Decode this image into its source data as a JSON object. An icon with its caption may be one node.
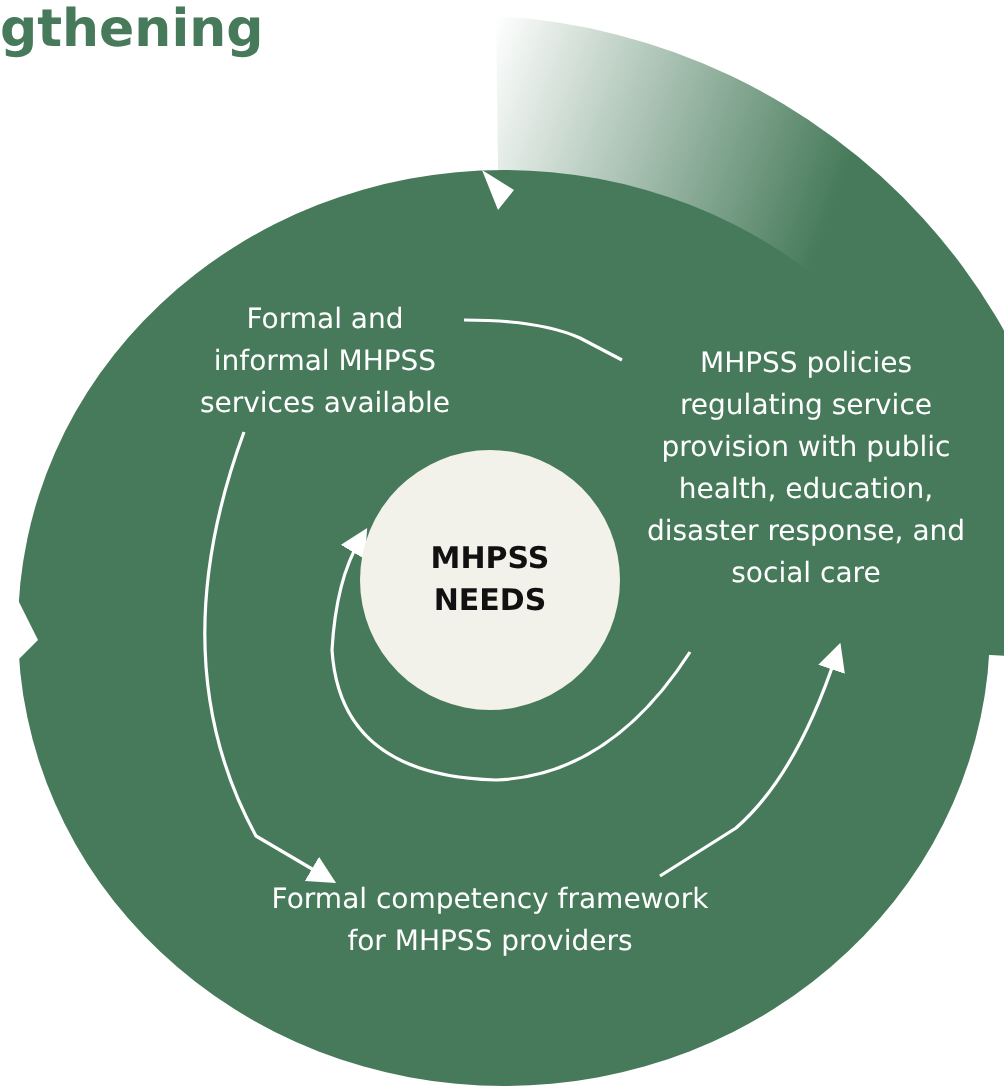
{
  "diagram": {
    "title": "gthening",
    "nodes": [
      {
        "text": [],
        "shape": "circle"
      },
      {
        "text": [
          "Formal and informal MHPSS services available"
        ],
        "in": 0
      },
      {
        "text": [
          "MHPSS policies regulating service provision with public health, education, disaster response, and social care"
        ],
        "in": 0
      },
      {
        "text": [
          "MHPSS NEEDS"
        ],
        "in": 0
      },
      {
        "text": [
          "Formal competency framework for MHPSS providers"
        ],
        "in": 0
      }
    ],
    "edges": [
      {
        "from": 1,
        "to": 2,
        "arrow": "none"
      },
      {
        "from": 1,
        "to": 4,
        "arrow": "to"
      },
      {
        "from": 4,
        "to": 2,
        "arrow": "to"
      },
      {
        "from": 2,
        "to": 3,
        "arrow": "to"
      }
    ]
  }
}
